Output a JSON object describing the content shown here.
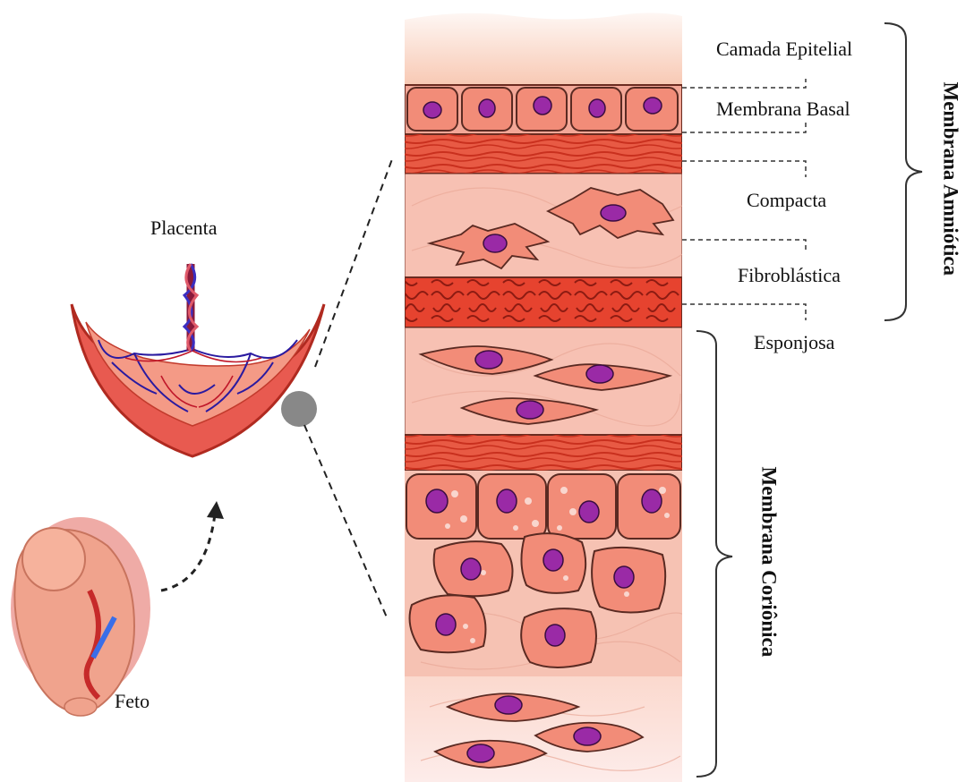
{
  "labels": {
    "placenta": "Placenta",
    "feto": "Feto",
    "camada_epitelial": "Camada Epitelial",
    "membrana_basal": "Membrana Basal",
    "compacta": "Compacta",
    "fibroblastica": "Fibroblástica",
    "esponjosa": "Esponjosa",
    "membrana_amniotica": "Membrana Amniótica",
    "membrana_corionica": "Membrana Coriônica"
  },
  "colors": {
    "tissue_light": "#f6c5b5",
    "tissue_mid": "#f3a797",
    "collagen_band": "#e8533f",
    "cell_fill": "#f28c78",
    "nucleus": "#9a2aa6",
    "outline": "#5a2a22"
  }
}
